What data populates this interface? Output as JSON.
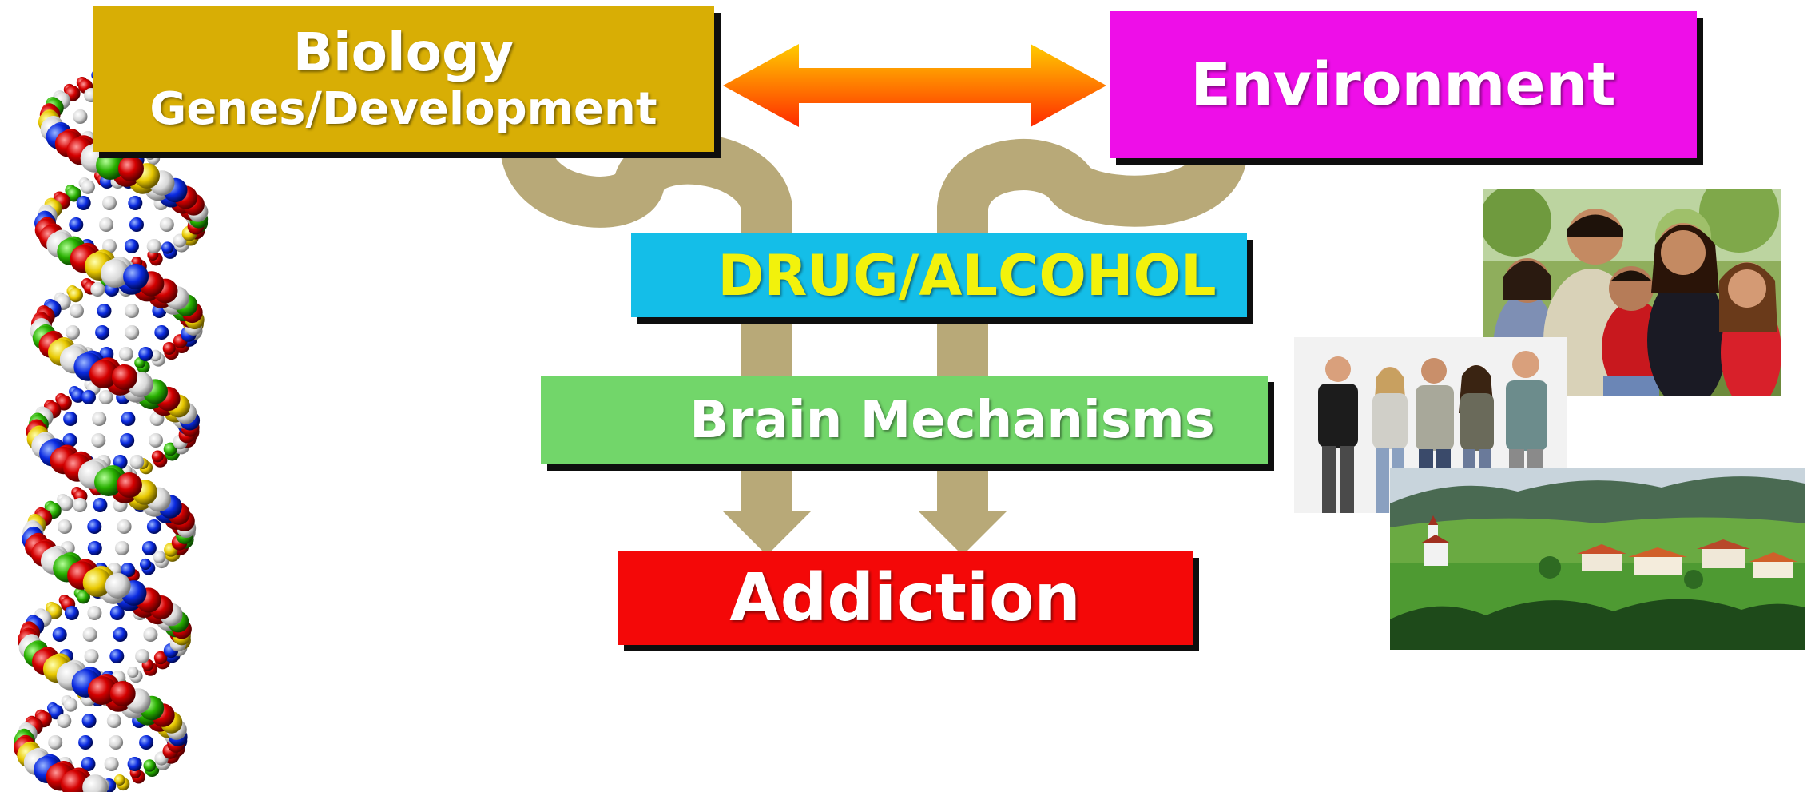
{
  "diagram": {
    "biology": {
      "title": "Biology",
      "subtitle": "Genes/Development"
    },
    "environment": {
      "label": "Environment"
    },
    "drug": {
      "label": "DRUG/ALCOHOL"
    },
    "brain": {
      "label": "Brain Mechanisms"
    },
    "addiction": {
      "label": "Addiction"
    }
  },
  "images": {
    "dna": "dna-double-helix-model",
    "family": "family-group-photo",
    "teens": "group-of-teenagers-photo",
    "village": "countryside-village-photo"
  },
  "colors": {
    "biology_fill": "#d8ae05",
    "environment_fill": "#ee0ee8",
    "drug_fill": "#14bee8",
    "drug_text": "#f2f20c",
    "brain_fill": "#72d66a",
    "addiction_fill": "#f40808",
    "connector": "#b8a978",
    "double_arrow_start": "#ffcc00",
    "double_arrow_end": "#ff2a00"
  }
}
